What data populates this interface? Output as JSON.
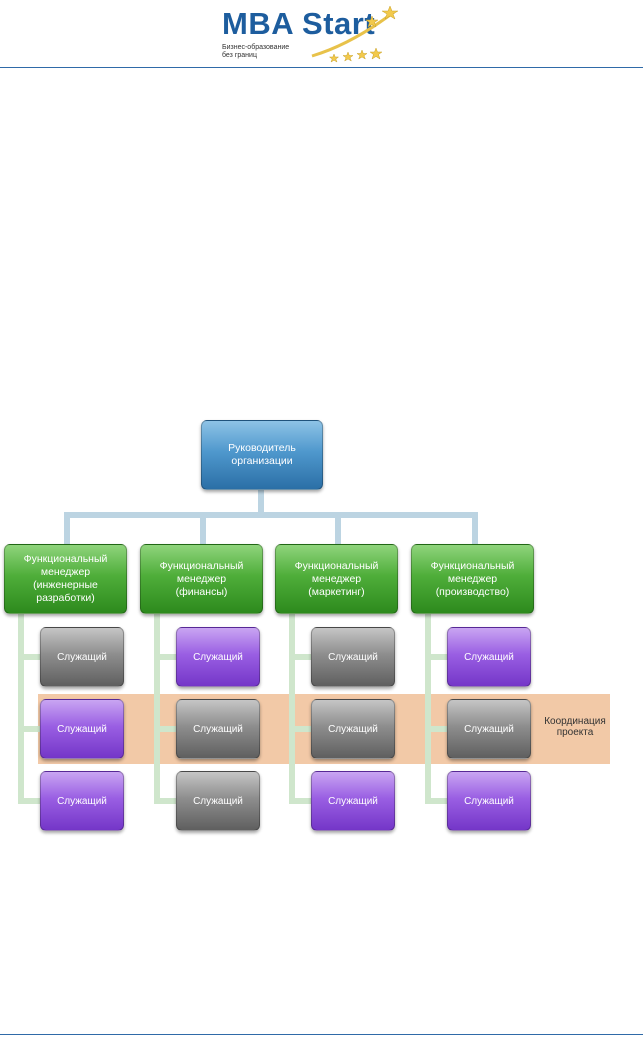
{
  "header": {
    "logo_text": "MBA Start",
    "tagline_line1": "Бизнес-образование",
    "tagline_line2": "без границ",
    "rule_color": "#2f6aa8"
  },
  "diagram": {
    "root": {
      "label": "Руководитель\nорганизации"
    },
    "managers": [
      {
        "label": "Функциональный\nменеджер\n(инженерные\nразработки)"
      },
      {
        "label": "Функциональный\nменеджер\n(финансы)"
      },
      {
        "label": "Функциональный\nменеджер\n(маркетинг)"
      },
      {
        "label": "Функциональный\nменеджер\n(производство)"
      }
    ],
    "employees": [
      [
        {
          "label": "Служащий",
          "color": "gray"
        },
        {
          "label": "Служащий",
          "color": "purple"
        },
        {
          "label": "Служащий",
          "color": "purple"
        }
      ],
      [
        {
          "label": "Служащий",
          "color": "purple"
        },
        {
          "label": "Служащий",
          "color": "gray"
        },
        {
          "label": "Служащий",
          "color": "gray"
        }
      ],
      [
        {
          "label": "Служащий",
          "color": "gray"
        },
        {
          "label": "Служащий",
          "color": "gray"
        },
        {
          "label": "Служащий",
          "color": "purple"
        }
      ],
      [
        {
          "label": "Служащий",
          "color": "purple"
        },
        {
          "label": "Служащий",
          "color": "gray"
        },
        {
          "label": "Служащий",
          "color": "purple"
        }
      ]
    ],
    "coordination_label": "Координация\nпроекта",
    "colors": {
      "root": "#3f86bf",
      "manager": "#3e9e2b",
      "employee_gray": "#7d7d7d",
      "employee_purple": "#8a4fd8",
      "coordination_band": "#f2c9a7",
      "connector_top": "#bcd4e2",
      "connector_branch": "#cfe6cc"
    }
  }
}
